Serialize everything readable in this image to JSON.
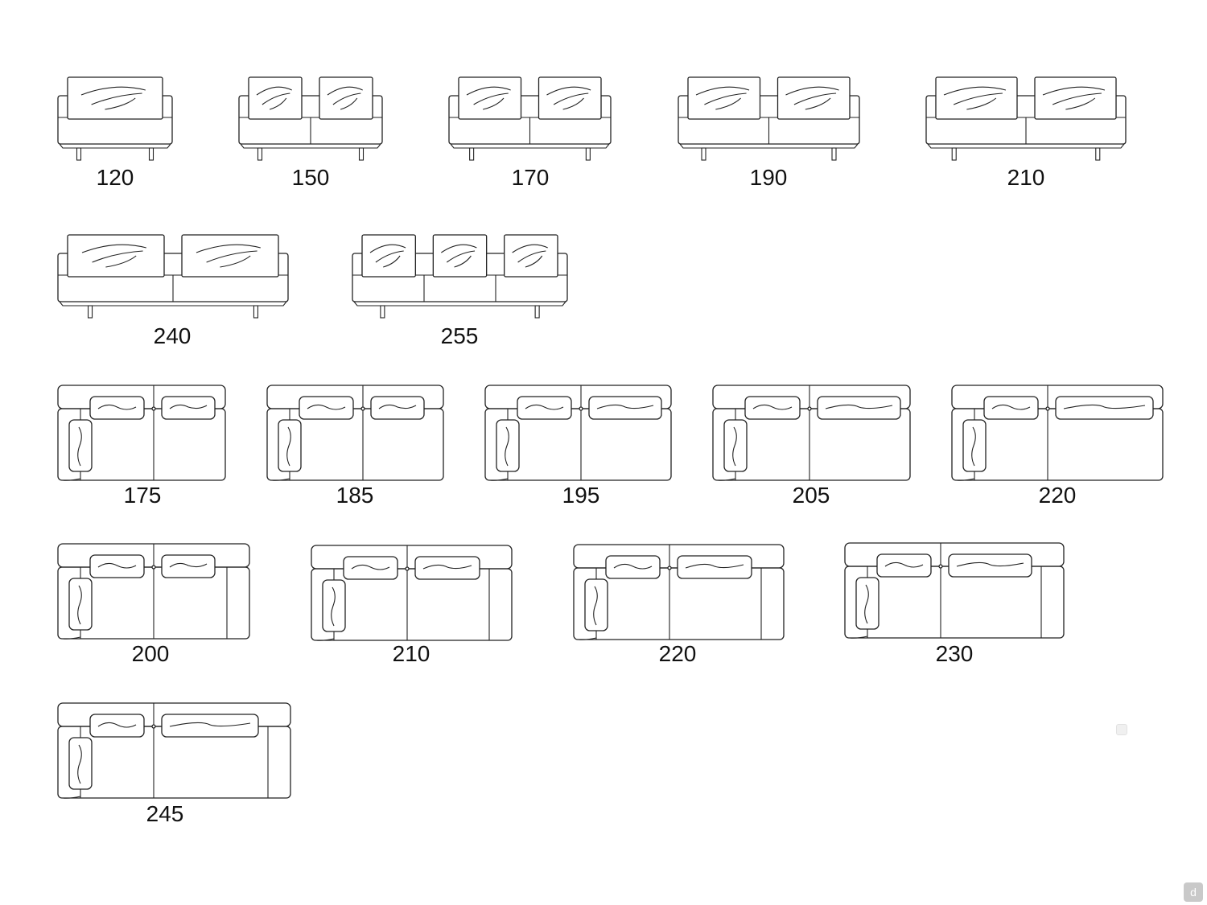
{
  "front_view_sizes": [
    "120",
    "150",
    "170",
    "190",
    "210",
    "240",
    "255"
  ],
  "plan_view_sizes": [
    "175",
    "185",
    "195",
    "205",
    "220",
    "200",
    "210",
    "220",
    "230",
    "245"
  ],
  "line_color": "#222222",
  "corner_badge": {
    "icon": "logo-icon",
    "glyph": "d"
  }
}
